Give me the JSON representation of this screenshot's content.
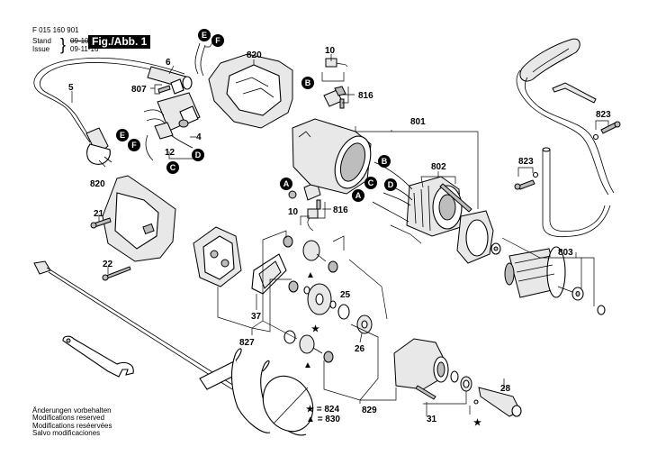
{
  "header": {
    "doc_number": "F 015 160 901",
    "stand_label": "Stand",
    "stand_date": "09-10-30",
    "issue_label": "Issue",
    "issue_date": "09-11-16",
    "figure_badge": "Fig./Abb. 1"
  },
  "footer": {
    "lines": [
      "Änderungen vorbehalten",
      "Modifications reserved",
      "Modifications reséervées",
      "Salvo modificaciones"
    ]
  },
  "legend": {
    "star": {
      "symbol": "★",
      "text": "= 824"
    },
    "triangle": {
      "symbol": "▲",
      "text": "= 830"
    }
  },
  "part_labels": {
    "p5": "5",
    "p6": "6",
    "p807": "807",
    "p820_top": "820",
    "p820_left": "820",
    "p4": "4",
    "p12": "12",
    "p10_top": "10",
    "p10_bottom": "10",
    "p816_top": "816",
    "p816_bottom": "816",
    "p801": "801",
    "p802": "802",
    "p823_right": "823",
    "p823_left": "823",
    "p803": "803",
    "p21": "21",
    "p22": "22",
    "p25": "25",
    "p26": "26",
    "p37": "37",
    "p827": "827",
    "p829": "829",
    "p31": "31",
    "p28": "28"
  },
  "connectors": {
    "A": "A",
    "B": "B",
    "C": "C",
    "D": "D",
    "E": "E",
    "F": "F"
  },
  "symbols": {
    "star": "★",
    "triangle": "▲"
  }
}
